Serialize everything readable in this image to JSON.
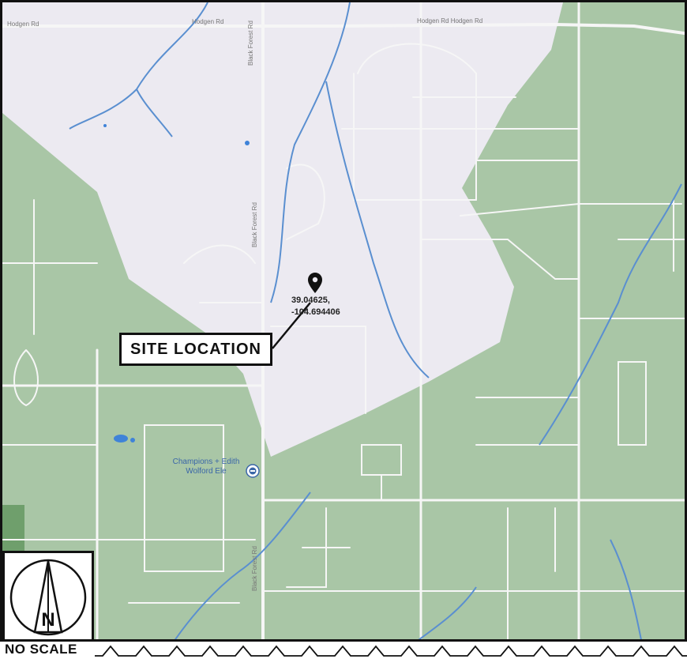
{
  "map": {
    "site_label": "SITE LOCATION",
    "coordinates": {
      "latitude": "39.04625,",
      "longitude": "-104.694406"
    },
    "school": {
      "name_line1": "Champions + Edith",
      "name_line2": "Wolford Ele",
      "icon": "school-icon"
    },
    "road_labels": {
      "top_road_1": "Hodgen Rd",
      "top_road_2": "Hodgen Rd",
      "top_road_3": "Hodgen Rd  Hodgen Rd",
      "vertical_road_top": "Black Forest Rd",
      "vertical_road_mid": "Black Forest Rd",
      "vertical_road_bottom": "Black Forest Rd"
    },
    "colors": {
      "green_area": "#a9c6a6",
      "light_area": "#eceaf1",
      "water": "#5a8fd0",
      "roads": "#f4f4f4",
      "pin": "#111111"
    }
  },
  "north_arrow": {
    "letter": "N"
  },
  "scale": {
    "text": "NO SCALE"
  }
}
